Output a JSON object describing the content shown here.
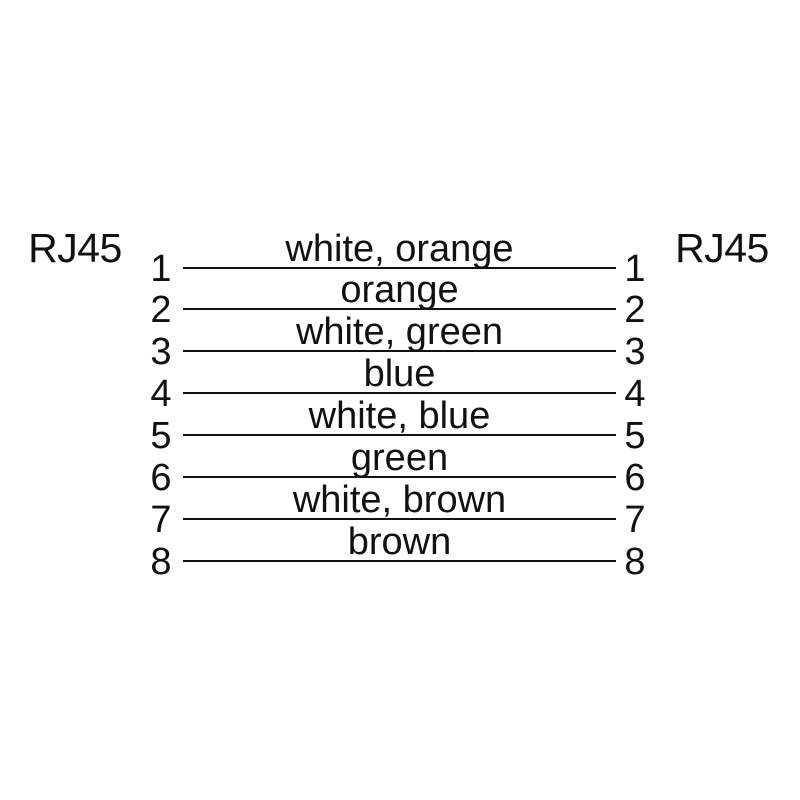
{
  "diagram": {
    "left_connector": "RJ45",
    "right_connector": "RJ45",
    "wires": [
      {
        "pin_left": "1",
        "pin_right": "1",
        "label": "white, orange"
      },
      {
        "pin_left": "2",
        "pin_right": "2",
        "label": "orange"
      },
      {
        "pin_left": "3",
        "pin_right": "3",
        "label": "white, green"
      },
      {
        "pin_left": "4",
        "pin_right": "4",
        "label": "blue"
      },
      {
        "pin_left": "5",
        "pin_right": "5",
        "label": "white, blue"
      },
      {
        "pin_left": "6",
        "pin_right": "6",
        "label": "green"
      },
      {
        "pin_left": "7",
        "pin_right": "7",
        "label": "white, brown"
      },
      {
        "pin_left": "8",
        "pin_right": "8",
        "label": "brown"
      }
    ],
    "colors": {
      "ink": "#111111",
      "background": "#ffffff"
    }
  }
}
